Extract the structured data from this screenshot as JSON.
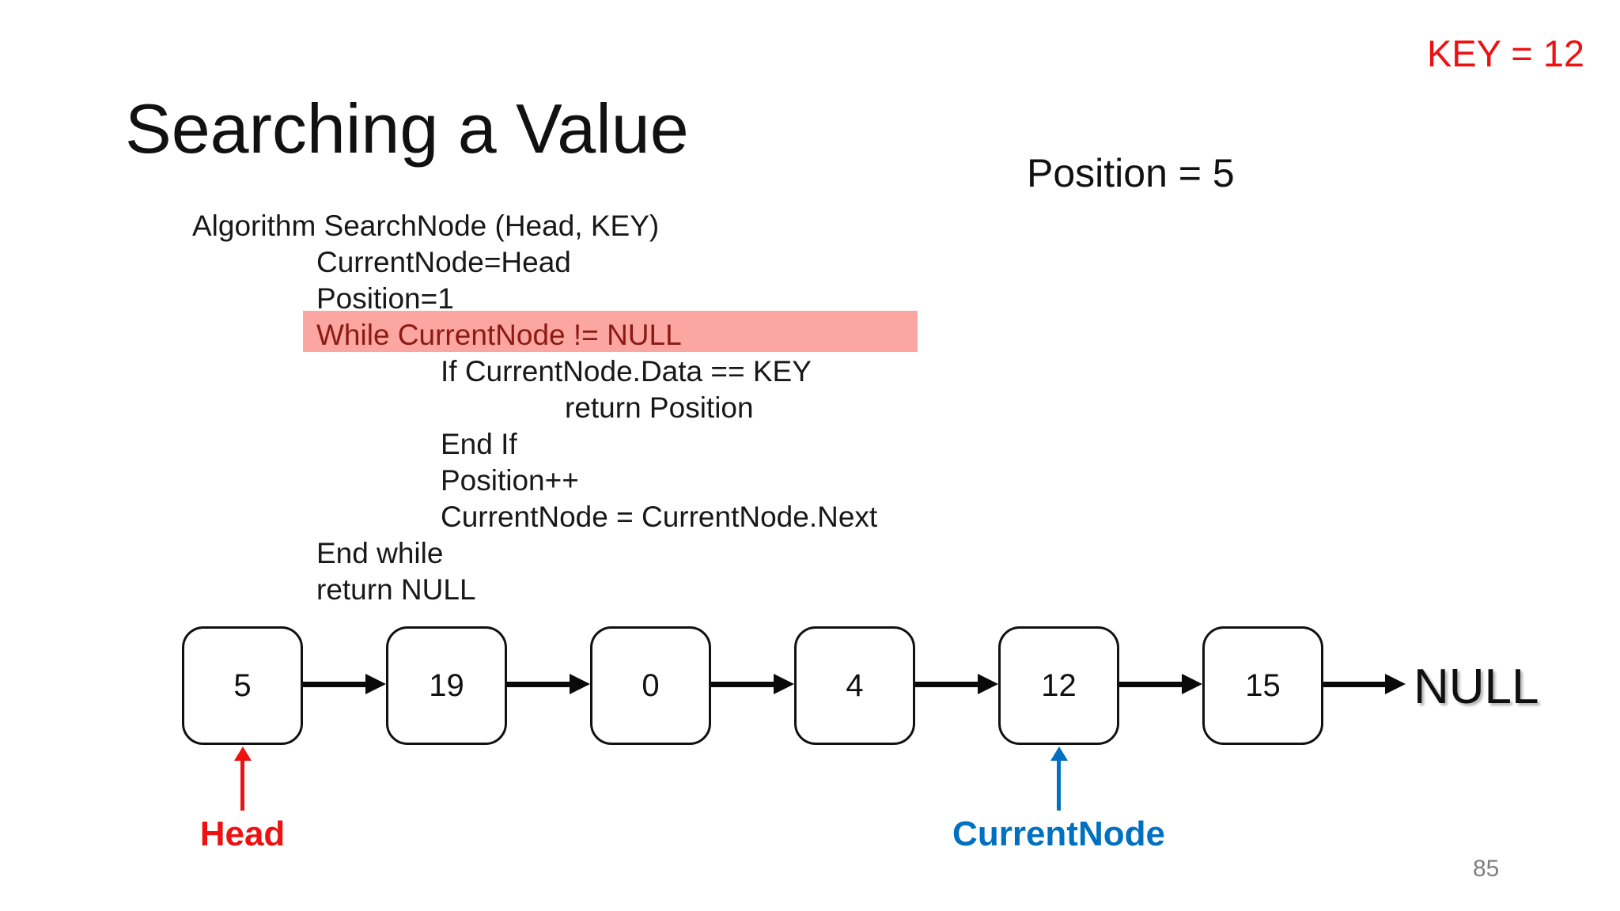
{
  "slide": {
    "key_label": "KEY = 12",
    "title": "Searching a Value",
    "position_label": "Position = 5",
    "page_number": "85"
  },
  "code": {
    "lines": [
      {
        "text": "Algorithm SearchNode (Head, KEY)",
        "indent": 0,
        "highlight": false
      },
      {
        "text": "CurrentNode=Head",
        "indent": 1,
        "highlight": false
      },
      {
        "text": "Position=1",
        "indent": 1,
        "highlight": false
      },
      {
        "text": "While CurrentNode != NULL",
        "indent": 1,
        "highlight": true
      },
      {
        "text": "If CurrentNode.Data == KEY",
        "indent": 2,
        "highlight": false
      },
      {
        "text": "return Position",
        "indent": 3,
        "highlight": false
      },
      {
        "text": "End If",
        "indent": 2,
        "highlight": false
      },
      {
        "text": "Position++",
        "indent": 2,
        "highlight": false
      },
      {
        "text": "CurrentNode = CurrentNode.Next",
        "indent": 2,
        "highlight": false
      },
      {
        "text": "End while",
        "indent": 1,
        "highlight": false
      },
      {
        "text": "return NULL",
        "indent": 1,
        "highlight": false
      }
    ],
    "highlight_bg": "#fba6a1",
    "highlight_text_color": "#8b1a12"
  },
  "linked_list": {
    "nodes": [
      "5",
      "19",
      "0",
      "4",
      "12",
      "15"
    ],
    "terminator": "NULL",
    "pointers": [
      {
        "label": "Head",
        "node_index": 0,
        "color": "#ee1111"
      },
      {
        "label": "CurrentNode",
        "node_index": 4,
        "color": "#0070c0"
      }
    ]
  },
  "colors": {
    "key_red": "#ee1111",
    "pointer_red": "#ee1111",
    "pointer_blue": "#0070c0",
    "page_gray": "#808080",
    "arrow_black": "#0a0a0a"
  }
}
